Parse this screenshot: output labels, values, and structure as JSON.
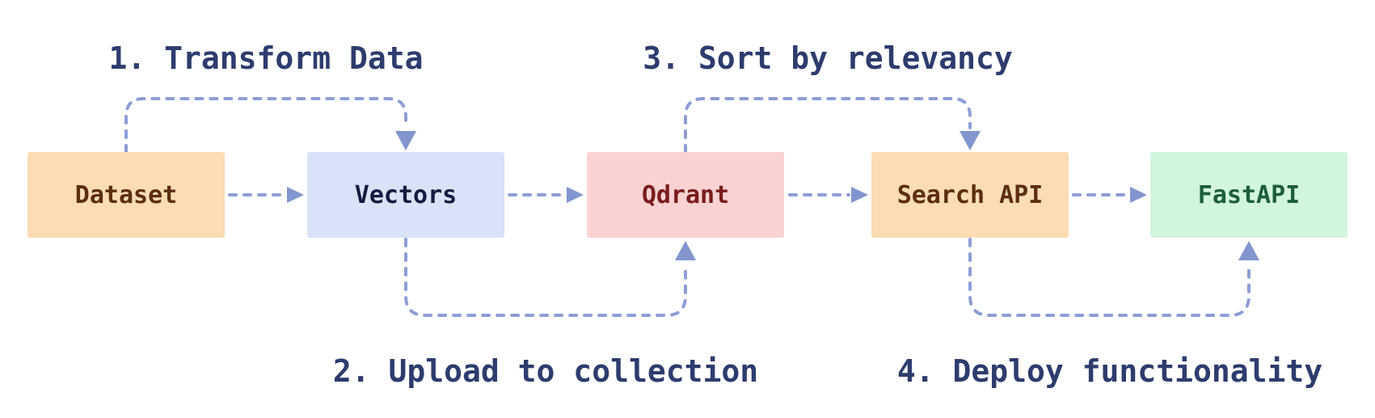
{
  "diagram": {
    "nodes": [
      {
        "id": "dataset",
        "label": "Dataset",
        "fill": "#fbdcb3",
        "text_color": "#5c2e10"
      },
      {
        "id": "vectors",
        "label": "Vectors",
        "fill": "#d9e2f7",
        "text_color": "#131c3f"
      },
      {
        "id": "qdrant",
        "label": "Qdrant",
        "fill": "#fad2d2",
        "text_color": "#7a1c1c"
      },
      {
        "id": "search-api",
        "label": "Search API",
        "fill": "#fbdcb3",
        "text_color": "#5c2e10"
      },
      {
        "id": "fastapi",
        "label": "FastAPI",
        "fill": "#d2f5de",
        "text_color": "#1d5e3c"
      }
    ],
    "steps": [
      {
        "number": "1",
        "label": "1. Transform Data",
        "from": "Dataset",
        "to": "Vectors",
        "position": "top"
      },
      {
        "number": "2",
        "label": "2. Upload to collection",
        "from": "Vectors",
        "to": "Qdrant",
        "position": "bottom"
      },
      {
        "number": "3",
        "label": "3. Sort by relevancy",
        "from": "Qdrant",
        "to": "Search API",
        "position": "top"
      },
      {
        "number": "4",
        "label": "4. Deploy functionality",
        "from": "Search API",
        "to": "FastAPI",
        "position": "bottom"
      }
    ],
    "colors": {
      "background": "#ffffff",
      "arrow": "#8d9ed6",
      "arrowhead": "#8295cf",
      "label_text": "#2d3c6e"
    }
  }
}
